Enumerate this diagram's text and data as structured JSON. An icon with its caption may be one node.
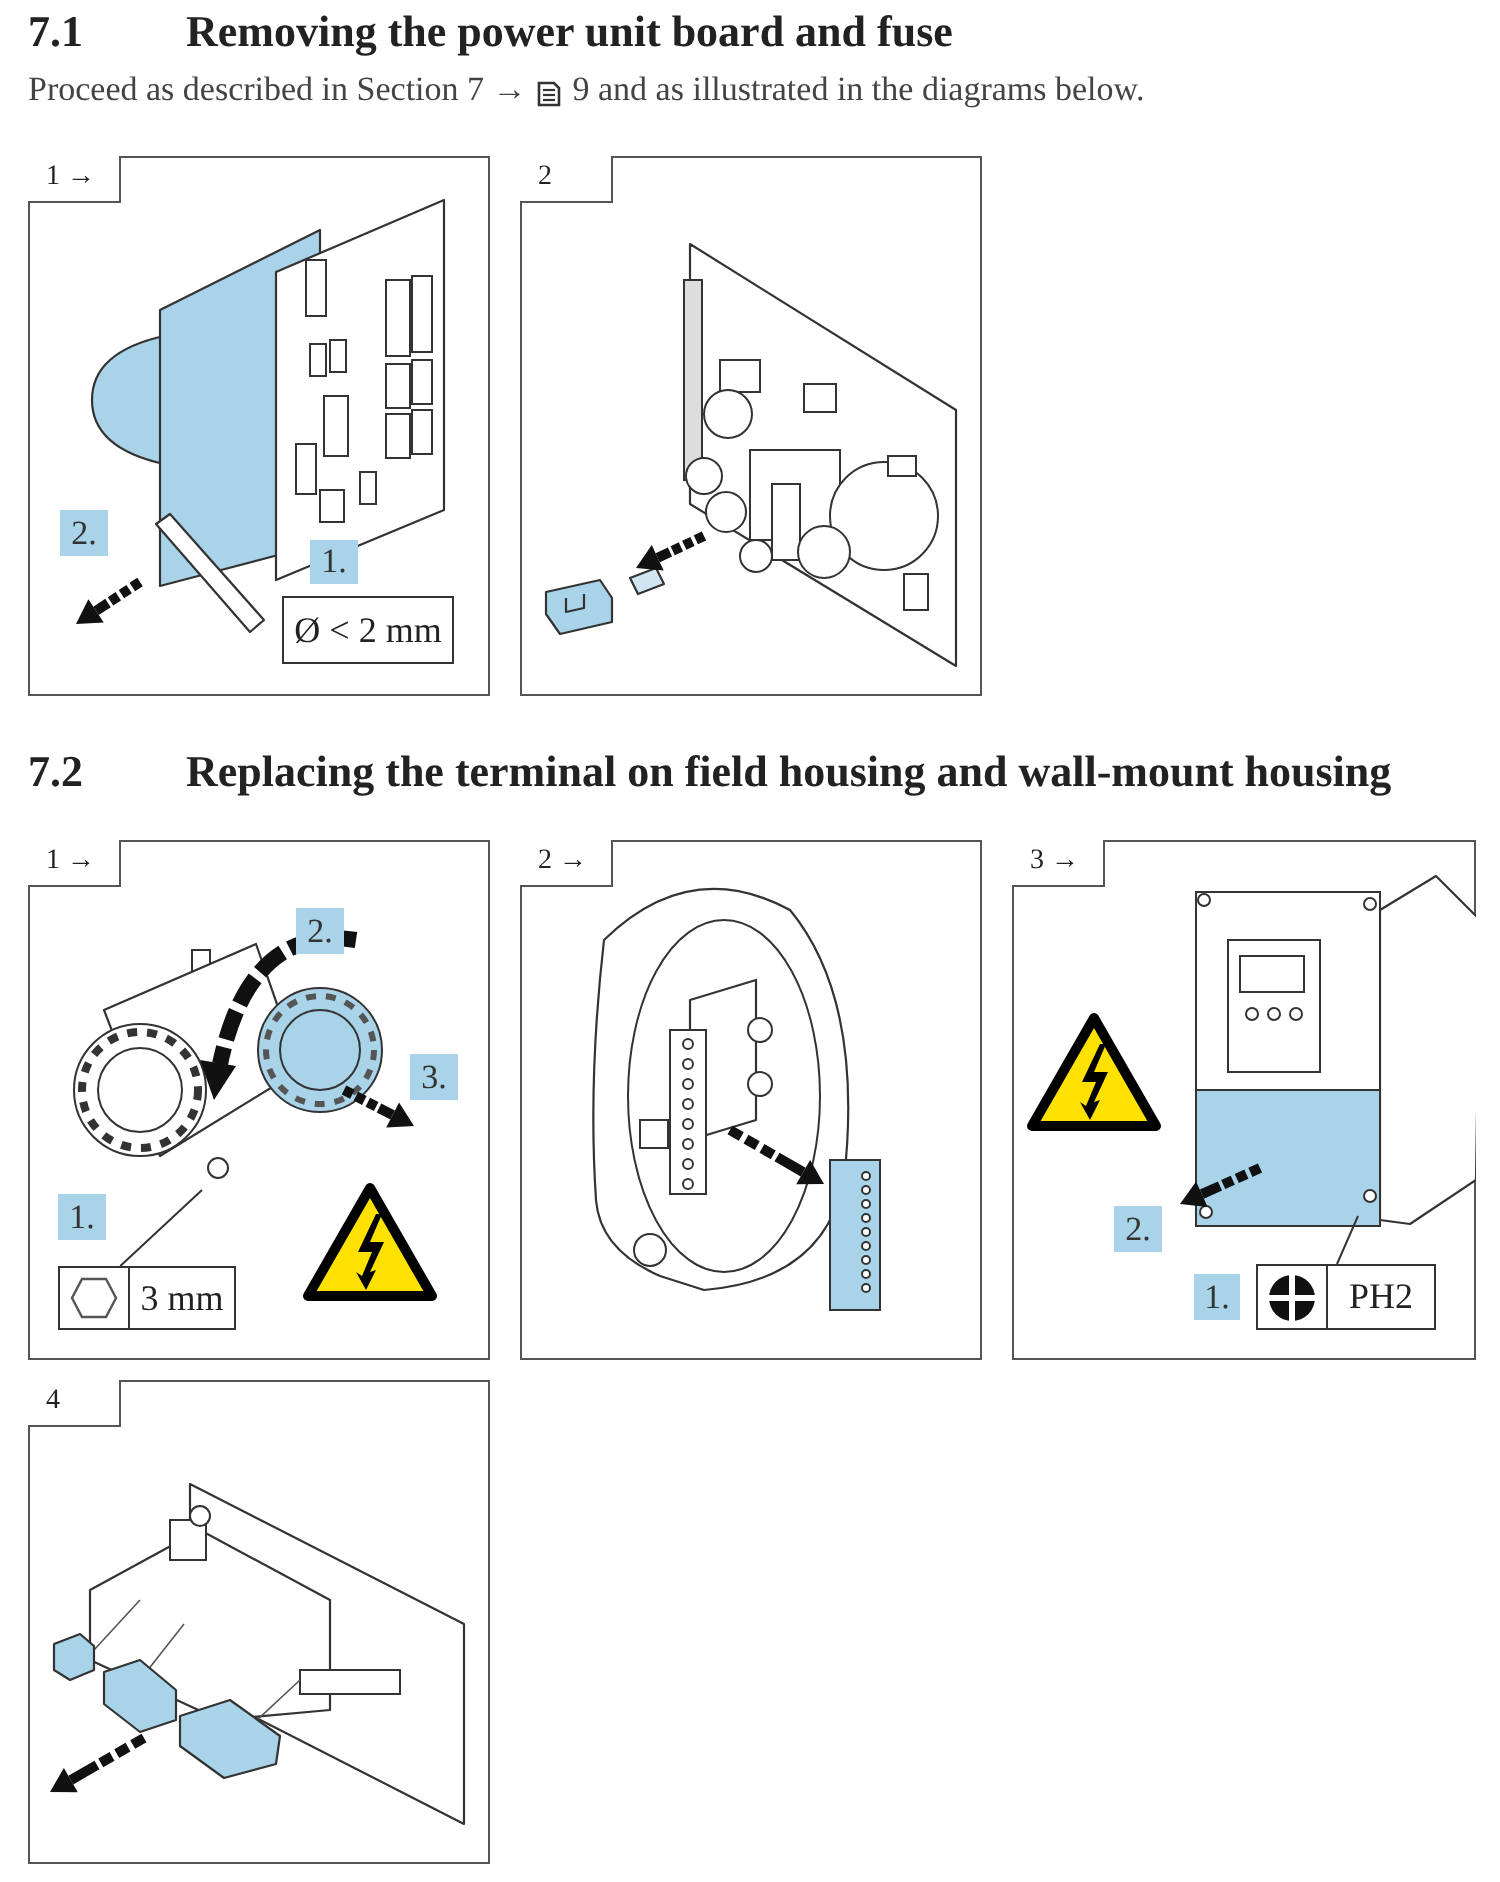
{
  "diagram": {
    "nodes": [
      {
        "text": [
          "1 →"
        ]
      },
      {
        "text": [
          "2."
        ],
        "in": 0
      },
      {
        "text": [
          "1."
        ],
        "in": 0
      },
      {
        "text": [
          "Ø < 2 mm"
        ],
        "in": 0
      },
      {
        "text": [
          "2"
        ]
      },
      {
        "text": [
          "1 →"
        ]
      },
      {
        "text": [
          "2."
        ],
        "in": 5
      },
      {
        "text": [
          "3."
        ],
        "in": 5
      },
      {
        "text": [
          "1."
        ],
        "in": 5
      },
      {
        "text": [
          "3 mm"
        ],
        "in": 5
      },
      {
        "text": [
          "2 →"
        ]
      },
      {
        "text": [
          "3 →"
        ]
      },
      {
        "text": [
          "2."
        ],
        "in": 11
      },
      {
        "text": [
          "1."
        ],
        "in": 11
      },
      {
        "text": [
          "PH2"
        ],
        "in": 11
      },
      {
        "text": [
          "4"
        ]
      }
    ],
    "edges": [
      {
        "from": 9,
        "to": null,
        "arrow": "none"
      },
      {
        "from": 14,
        "to": null,
        "arrow": "none"
      }
    ],
    "labels": [
      "7.1",
      "Removing the power unit board and fuse",
      "Proceed as described in Section 7 →",
      "9 and as illustrated in the diagrams below.",
      "7.2",
      "Replacing the terminal on field housing and wall-mount housing"
    ]
  }
}
